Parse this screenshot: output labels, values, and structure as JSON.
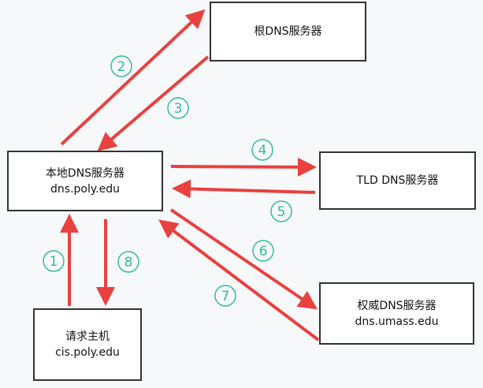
{
  "nodes": {
    "root": {
      "name": "根DNS服务器"
    },
    "local": {
      "name": "本地DNS服务器",
      "host": "dns.poly.edu"
    },
    "tld": {
      "name": "TLD DNS服务器"
    },
    "auth": {
      "name": "权威DNS服务器",
      "host": "dns.umass.edu"
    },
    "host": {
      "name": "请求主机",
      "host": "cis.poly.edu"
    }
  },
  "steps": [
    {
      "label": "1",
      "from": "host",
      "to": "local"
    },
    {
      "label": "2",
      "from": "local",
      "to": "root"
    },
    {
      "label": "3",
      "from": "root",
      "to": "local"
    },
    {
      "label": "4",
      "from": "local",
      "to": "tld"
    },
    {
      "label": "5",
      "from": "tld",
      "to": "local"
    },
    {
      "label": "6",
      "from": "local",
      "to": "auth"
    },
    {
      "label": "7",
      "from": "auth",
      "to": "local"
    },
    {
      "label": "8",
      "from": "local",
      "to": "host"
    }
  ],
  "colors": {
    "arrow": "#e8413f",
    "step_label": "#33bba0",
    "node_border": "#333333",
    "background": "#f7f8fa"
  }
}
